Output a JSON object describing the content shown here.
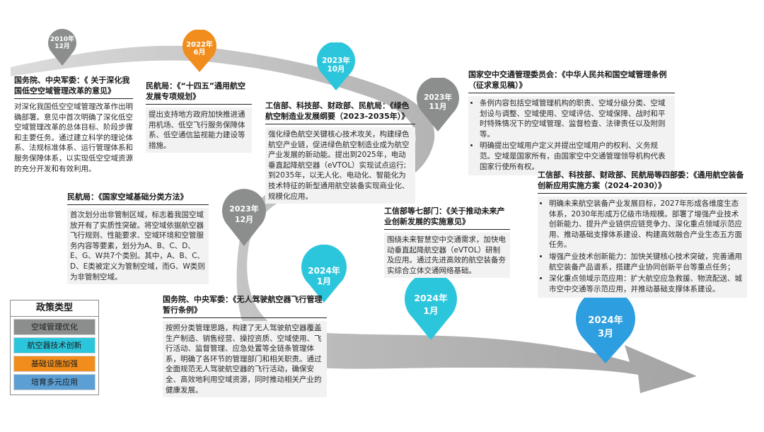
{
  "legend": {
    "title": "政策类型",
    "items": [
      {
        "label": "空域管理优化",
        "color": "#8c8e8e"
      },
      {
        "label": "航空器技术创新",
        "color": "#2cc6dc"
      },
      {
        "label": "基础设施加强",
        "color": "#f08d1c"
      },
      {
        "label": "培育多元应用",
        "color": "#5c9fd4"
      }
    ]
  },
  "pins": [
    {
      "year": "2010年",
      "month": "12月",
      "color": "#8c8e8e"
    },
    {
      "year": "2022年",
      "month": "6月",
      "color": "#f08d1c"
    },
    {
      "year": "2023年",
      "month": "10月",
      "color": "#2cc6dc"
    },
    {
      "year": "2023年",
      "month": "11月",
      "color": "#8c8e8e"
    },
    {
      "year": "2023年",
      "month": "12月",
      "color": "#8c8e8e"
    },
    {
      "year": "2024年",
      "month": "1月",
      "color": "#2cc6dc"
    },
    {
      "year": "2024年",
      "month": "1月",
      "color": "#2cc6dc"
    },
    {
      "year": "2024年",
      "month": "3月",
      "color": "#2d9ee0"
    }
  ],
  "cards": [
    {
      "title": "国务院、中央军委：《 关于深化我国低空空域管理改革的意见》",
      "body": "对深化我国低空空域管理改革作出明确部署。意见中首次明确了深化低空空域管理改革的总体目标、阶段步骤和主要任务。通过建立科学的理论体系、法规标准体系、运行管理体系和服务保障体系，以实现低空空域资源的充分开发和有效利用。"
    },
    {
      "title": "民航局：《“十四五”通用航空发展专项规划》",
      "body": "提出支持地方政府加快推进通用机场、低空飞行服务保障体系、低空通信监视能力建设等措施。"
    },
    {
      "title": "工信部、科技部、财政部、民航局：《绿色航空制造业发展纲要（2023-2035年）》",
      "body": "强化绿色航空关键核心技术攻关，构建绿色航空产业链，促进绿色航空制造业成为航空产业发展的新动能。提出到2025年，电动垂直起降航空器（eVTOL）实现试点运行;到2035年，以无人化、电动化、智能化为技术特征的新型通用航空装备实现商业化、规模化应用。"
    },
    {
      "title": "国家空中交通管理委员会：《中华人民共和国空域管理条例（征求意见稿）》",
      "items": [
        "条例内容包括空域管理机构的职责、空域分级分类、空域划设与调整、空域使用、空域评估、空域保障、战时和平时特殊情况下的空域管理、监督检查、法律责任以及附则等。",
        "明确提出空域用户定义并提出空域用户的权利、义务规范。空域是国家所有，由国家空中交通管理领导机构代表国家行使所有权。"
      ]
    },
    {
      "title": "民航局：《国家空域基础分类方法》",
      "body": "首次划分出非管制区域，标志着我国空域放开有了实质性突破。将空域依据航空器飞行规则、性能要求、空域环境和空管服务内容等要素，划分为A、B、C、D、E、G、W共7个类别。其中，A、B、C、D、E类被定义为管制空域，而G、W类则为非管制空域。"
    },
    {
      "title": "工信部等七部门：《关于推动未来产业创新发展的实施意见》",
      "body": "围绕未来智慧空中交通需求，加快电动垂直起降航空器（eVTOL）研制及应用。通过先进高效的航空装备夯实综合立体交通网络基础。"
    },
    {
      "title": "工信部、科技部、财政部、民航局等四部委：《通用航空装备创新应用实施方案（2024-2030）》",
      "items": [
        "明确未来航空装备产业发展目标，2027年形成各维度生态体系，2030年形成万亿级市场规模。部署了增强产业技术创新能力、提升产业链供应链竞争力、深化重点领域示范应用、推动基础支撑体系建设、构建高效融合产业生态五方面任务。",
        "增强产业技术创新能力：加快关键核心技术突破，完善通用航空装备产品谱系，搭建产业协同创新平台等重点任务；",
        "深化重点领域示范应用：扩大航空应急救援、物流配送、城市空中交通等示范应用，并推动基础支撑体系建设。"
      ]
    },
    {
      "title": "国务院、中央军委：《无人驾驶航空器飞行管理暂行条例》",
      "body": "按照分类管理思路，构建了无人驾驶航空器覆盖生产制造、销售经营、操控资质、空域使用、飞行活动、监督管理、应急处置等全链条管理体系，明确了各环节的管理部门和相关职责。通过全面规范无人驾驶航空器的飞行活动，确保安全、高效地利用空域资源，同时推动相关产业的健康发展。"
    }
  ]
}
